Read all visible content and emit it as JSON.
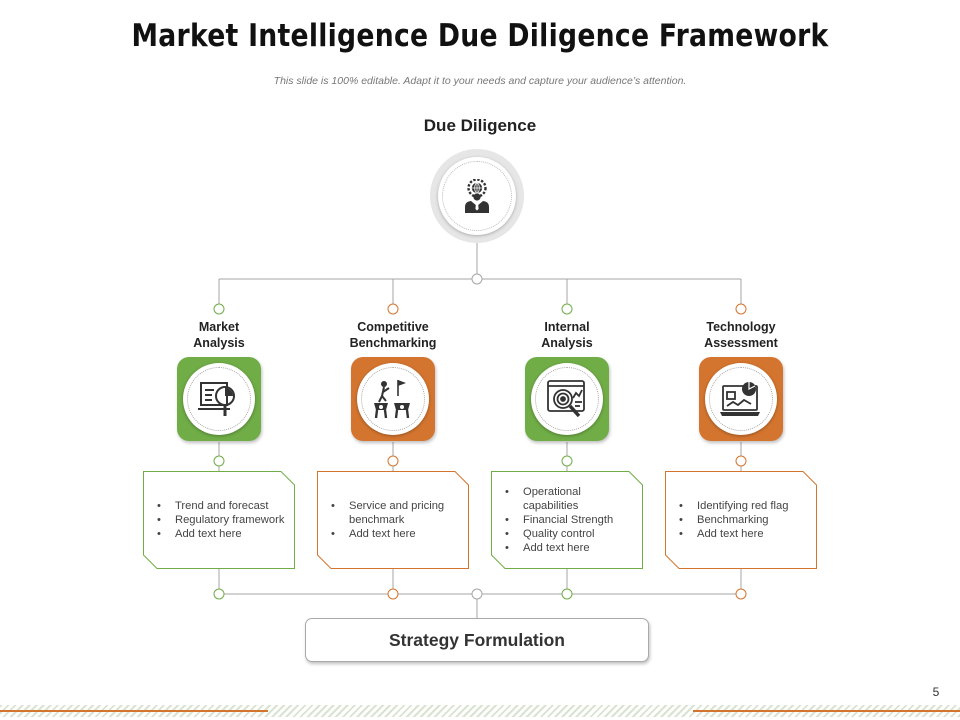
{
  "slide": {
    "title": "Market Intelligence Due Diligence Framework",
    "subtitle": "This slide is 100% editable. Adapt it to your needs and capture your audience’s attention.",
    "page_number": "5"
  },
  "root": {
    "label": "Due Diligence",
    "icon": "businessman-globe-gear-icon"
  },
  "colors": {
    "green": "#70ad47",
    "orange": "#d4752f",
    "connector": "#a6a6a6"
  },
  "columns": [
    {
      "label_line1": "Market",
      "label_line2": "Analysis",
      "color": "green",
      "icon": "presentation-magnifier-icon",
      "bullets": [
        "Trend and forecast",
        "Regulatory framework",
        "Add text here"
      ]
    },
    {
      "label_line1": "Competitive",
      "label_line2": "Benchmarking",
      "color": "orange",
      "icon": "climbers-flag-icon",
      "bullets": [
        "Service and pricing benchmark",
        "Add text here"
      ]
    },
    {
      "label_line1": "Internal",
      "label_line2": "Analysis",
      "color": "green",
      "icon": "target-magnifier-icon",
      "bullets": [
        "Operational capabilities",
        "Financial Strength",
        "Quality control",
        "Add text here"
      ]
    },
    {
      "label_line1": "Technology",
      "label_line2": "Assessment",
      "color": "orange",
      "icon": "laptop-analytics-icon",
      "bullets": [
        "Identifying red flag",
        "Benchmarking",
        "Add text here"
      ]
    }
  ],
  "bottom": {
    "label": "Strategy Formulation"
  }
}
